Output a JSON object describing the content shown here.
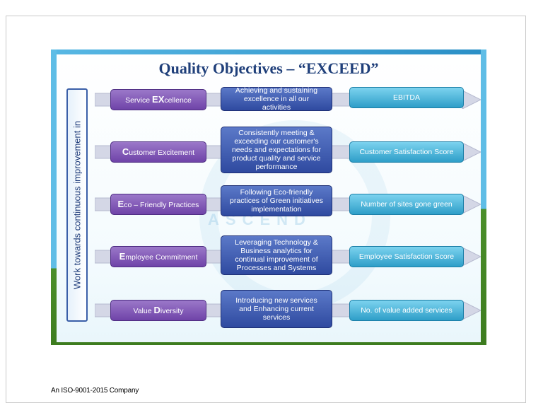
{
  "slide": {
    "title": "Quality Objectives – “EXCEED”",
    "side_label": "Work towards continuous improvement in",
    "watermark": "ASCEND",
    "rows": [
      {
        "initial": "Service ",
        "emph": "EX",
        "rest": "cellence",
        "description": "Achieving and sustaining excellence in all our activities",
        "metric": "EBITDA"
      },
      {
        "initial": "",
        "emph": "C",
        "rest": "ustomer Excitement",
        "description": "Consistently meeting & exceeding our customer's needs and expectations for product quality and service performance",
        "metric": "Customer Satisfaction Score"
      },
      {
        "initial": "",
        "emph": "E",
        "rest": "co – Friendly Practices",
        "description": "Following Eco-friendly practices of Green initiatives implementation",
        "metric": "Number of sites gone green"
      },
      {
        "initial": "",
        "emph": "E",
        "rest": "mployee Commitment",
        "description": "Leveraging Technology & Business analytics  for continual improvement of Processes and Systems",
        "metric": "Employee Satisfaction Score"
      },
      {
        "initial": "Value ",
        "emph": "D",
        "rest": "iversity",
        "description": "Introducing new services and Enhancing current services",
        "metric": "No. of value added services"
      }
    ]
  },
  "footer": "An ISO-9001-2015 Company",
  "colors": {
    "title": "#1f3f7a",
    "purple": "#7a52b3",
    "blue": "#3452a8",
    "teal": "#4bb8e0",
    "green": "#3d7c1f"
  }
}
